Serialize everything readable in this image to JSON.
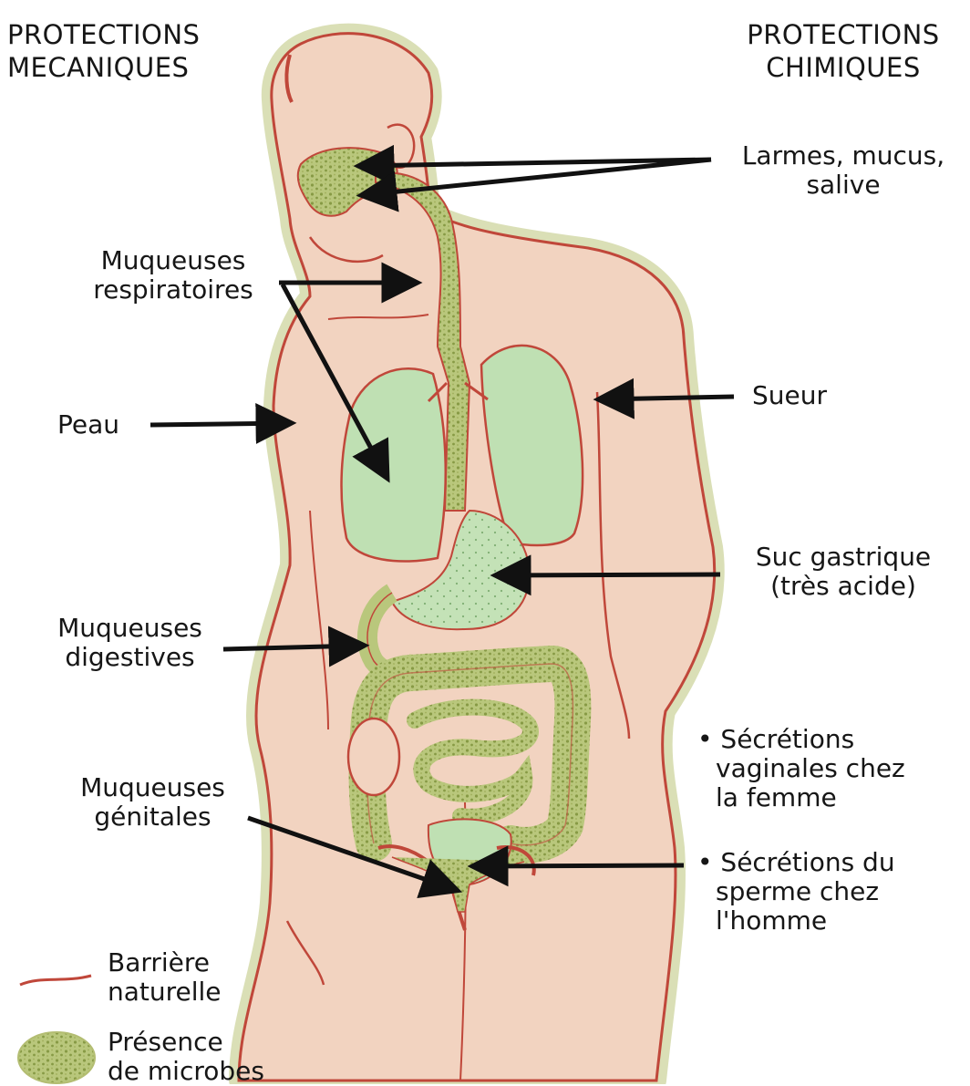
{
  "headings": {
    "left": [
      "PROTECTIONS",
      "MECANIQUES"
    ],
    "right": [
      "PROTECTIONS",
      "CHIMIQUES"
    ]
  },
  "labels": {
    "larmes": [
      "Larmes, mucus,",
      "salive"
    ],
    "muq_resp": [
      "Muqueuses",
      "respiratoires"
    ],
    "sueur": "Sueur",
    "peau": "Peau",
    "suc": [
      "Suc gastrique",
      "(très acide)"
    ],
    "muq_dig": [
      "Muqueuses",
      "digestives"
    ],
    "secr_vag": [
      "• Sécrétions",
      "vaginales chez",
      "la femme"
    ],
    "muq_gen": [
      "Muqueuses",
      "génitales"
    ],
    "secr_sperme": [
      "• Sécrétions du",
      "sperme chez",
      "l'homme"
    ]
  },
  "legend": {
    "barrier": [
      "Barrière",
      "naturelle"
    ],
    "microbes": [
      "Présence",
      "de microbes"
    ]
  },
  "colors": {
    "skin": "#f2d3c0",
    "outline": "#c0473a",
    "microbe_fill": "#b9c77c",
    "microbe_dot": "#879a45",
    "organ_green": "#bfe0b3",
    "halo": "#d6dcae",
    "arrow": "#111111"
  }
}
